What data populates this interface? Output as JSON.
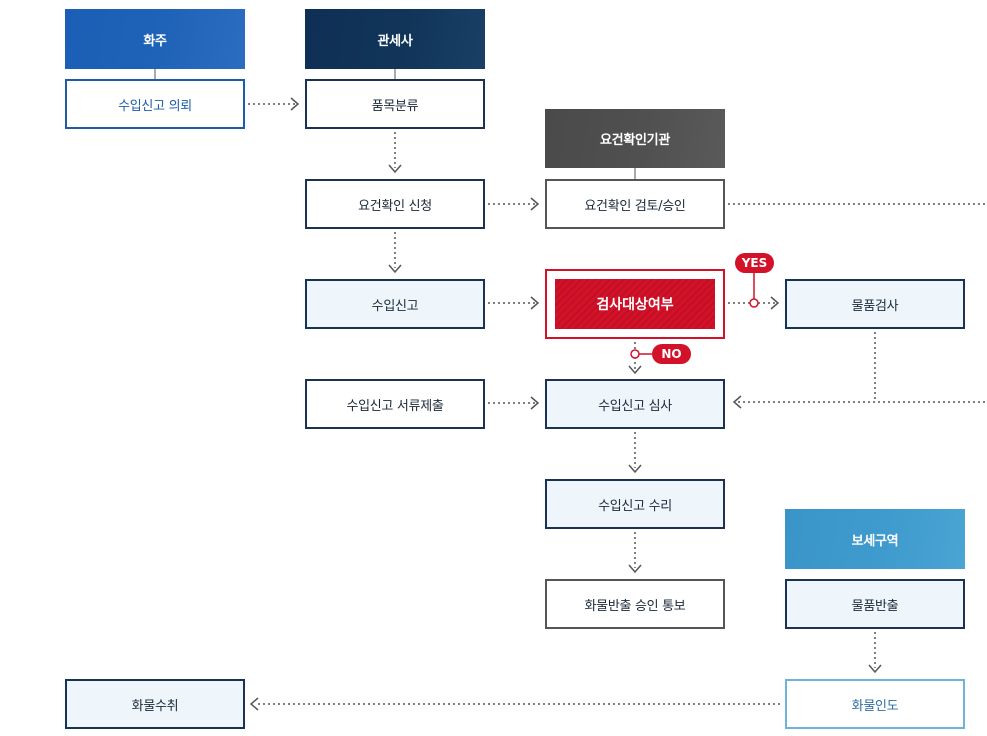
{
  "lanes": {
    "shipper": "화주",
    "broker": "관세사",
    "agency": "요건확인기관",
    "bonded": "보세구역"
  },
  "steps": {
    "import_request": "수입신고 의뢰",
    "classification": "품목분류",
    "requirement_apply": "요건확인 신청",
    "requirement_review": "요건확인 검토/승인",
    "import_declaration": "수입신고",
    "inspection_check": "검사대상여부",
    "goods_inspection": "물품검사",
    "document_submit": "수입신고 서류제출",
    "declaration_review": "수입신고 심사",
    "declaration_accept": "수입신고 수리",
    "release_notice": "화물반출 승인 통보",
    "goods_release": "물품반출",
    "cargo_delivery": "화물인도",
    "cargo_receipt": "화물수취"
  },
  "branches": {
    "yes": "YES",
    "no": "NO"
  },
  "colors": {
    "shipper_header": "#1f63b8",
    "broker_header": "#113559",
    "agency_header": "#505050",
    "bonded_header": "#3f9bcd",
    "highlight_red": "#d3122a",
    "box_fill": "#eef6fc",
    "connector": "#555555"
  }
}
